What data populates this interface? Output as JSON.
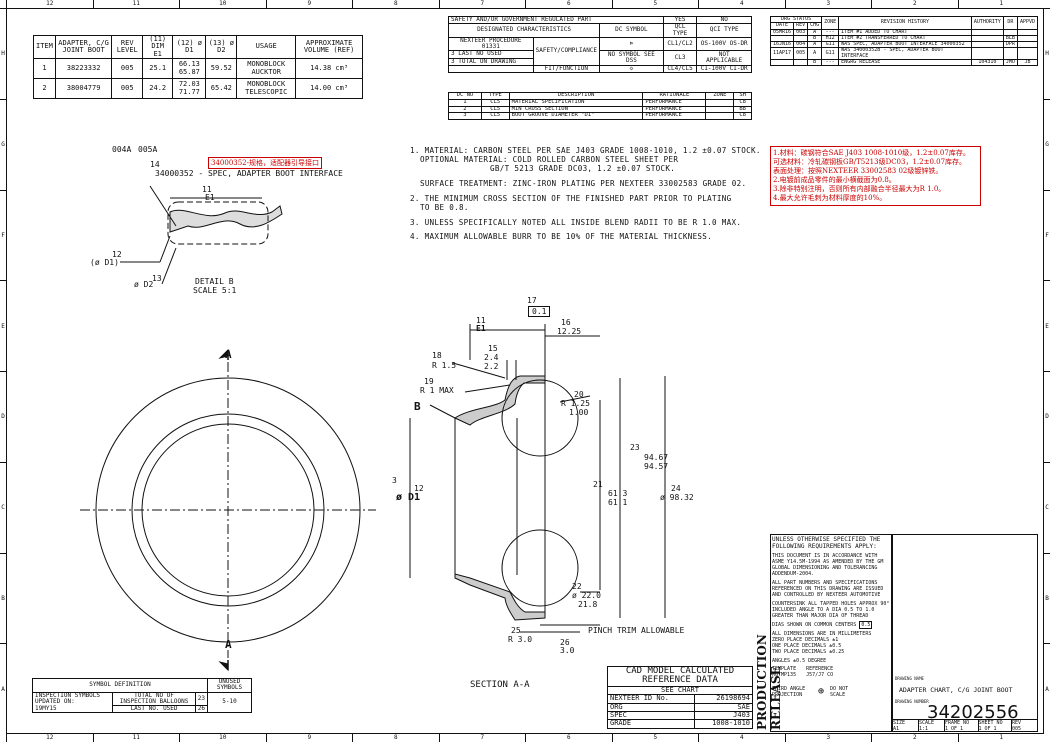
{
  "zones_h": [
    "12",
    "11",
    "10",
    "9",
    "8",
    "7",
    "6",
    "5",
    "4",
    "3",
    "2",
    "1"
  ],
  "zones_v": [
    "H",
    "G",
    "F",
    "E",
    "D",
    "C",
    "B",
    "A"
  ],
  "item_table": {
    "headers": [
      "ITEM",
      "ADAPTER, C/G JOINT BOOT",
      "REV LEVEL",
      "(11) DIM E1",
      "(12) ø D1",
      "(13) ø D2",
      "USAGE",
      "APPROXIMATE VOLUME (REF)"
    ],
    "rows": [
      [
        "1",
        "38223332",
        "005",
        "25.1",
        "66.13 65.87",
        "59.52",
        "MONOBLOCK AUCKTOR",
        "14.38 cm³"
      ],
      [
        "2",
        "38004779",
        "005",
        "24.2",
        "72.03 71.77",
        "65.42",
        "MONOBLOCK TELESCOPIC",
        "14.00 cm³"
      ]
    ]
  },
  "safety": {
    "title": "SAFETY AND/OR GOVERNMENT REGULATED PART",
    "yes": "YES",
    "no": "NO",
    "designated": "DESIGNATED CHARACTERISTICS",
    "dc_symbol": "DC SYMBOL",
    "qcl_type": "QCL TYPE",
    "qci_type": "QCI TYPE",
    "procedure": "NEXTEER PROCEDURE 01331",
    "last_no_used": "LAST NO USED",
    "last_val": "3",
    "total_on_drawing": "TOTAL ON DRAWING",
    "total_val": "3",
    "safety_compliance": "SAFETY/COMPLIANCE",
    "r1": [
      "CL1/CL2",
      "OS-100V OS-DR"
    ],
    "r2": [
      "NO SYMBOL SEE DSS",
      "CL3",
      "NOT APPLICABLE"
    ],
    "fit_function": "FIT/FUNCTION",
    "r3": [
      "CL4/CL5",
      "CI-100V CI-DR"
    ],
    "sub_headers": [
      "DC NO",
      "TYPE",
      "DESCRIPTION",
      "RATIONALE",
      "ZONE",
      "SH"
    ],
    "sub_rows": [
      [
        "1",
        "CL5",
        "MATERIAL SPECIFICATION",
        "PERFORMANCE",
        "",
        "C8"
      ],
      [
        "2",
        "CL5",
        "MIN CROSS SECTION",
        "PERFORMANCE",
        "",
        "B8"
      ],
      [
        "3",
        "CL5",
        "BOOT GROOVE DIAMETER \"D1\"",
        "PERFORMANCE",
        "",
        "C8"
      ]
    ]
  },
  "revision": {
    "headers": [
      "DATE",
      "REV",
      "CHG",
      "ZONE",
      "REVISION HISTORY",
      "AUTHORITY",
      "DR",
      "APPVD"
    ],
    "title_status": "DRG STATUS",
    "rows": [
      [
        "05MR16",
        "003",
        "A",
        "---",
        "ITEM #1 ADDED TO CHART",
        "",
        "",
        ""
      ],
      [
        "",
        "",
        "B",
        "H12",
        "ITEM #2 TRANSFERRED TO CHART",
        "",
        "BLB",
        ""
      ],
      [
        "16JN16",
        "004",
        "A",
        "G11",
        "WAS SPEC, ADAPTER BOOT INTERFACE 34000352",
        "",
        "DPR",
        ""
      ],
      [
        "11AP17",
        "005",
        "A",
        "G11",
        "WAS 34000352B - SPEC, ADAPTER BOOT INTERFACE",
        "",
        "",
        ""
      ],
      [
        "",
        "",
        "B",
        "---",
        "ENGRG RELEASE",
        "104310",
        "JMO",
        "JB"
      ]
    ]
  },
  "notes": {
    "n1": "1. MATERIAL: CARBON STEEL PER SAE J403 GRADE 1008-1010, 1.2 ±0.07 STOCK.",
    "n1b": "OPTIONAL MATERIAL: COLD ROLLED CARBON STEEL SHEET PER",
    "n1c": "GB/T 5213 GRADE DC03, 1.2 ±0.07 STOCK.",
    "n1d": "SURFACE TREATMENT: ZINC-IRON PLATING PER NEXTEER 33002583 GRADE 02.",
    "n2": "2. THE MINIMUM CROSS SECTION OF THE FINISHED PART PRIOR TO PLATING",
    "n2b": "TO BE 0.8.",
    "n3": "3. UNLESS SPECIFICALLY NOTED ALL INSIDE BLEND RADII TO BE R 1.0 MAX.",
    "n4": "4. MAXIMUM ALLOWABLE BURR TO BE 10% OF THE MATERIAL THICKNESS."
  },
  "red_note": {
    "lines": [
      "1.材料：碳钢符合SAE J403 1008-1010级，1.2±0.07库存。",
      "可选材料：冷轧碳钢板GB/T5213级DC03，1.2±0.07库存。",
      "表面处理：按照NEXTEER 33002583 02级镀锌铁。",
      "2.电镀前成品零件的最小横截面为0.8。",
      "3.除非特别注明，否则所有内部融合半径最大为R 1.0。",
      "4.最大允许毛刺为材料厚度的10%。"
    ]
  },
  "red_label": "34000352-规格，适配器引导接口",
  "detail": {
    "bubble1": "004A",
    "bubble2": "005A",
    "ref14": "14",
    "spec_line": "34000352 - SPEC, ADAPTER BOOT INTERFACE",
    "e1": "E1",
    "d1": "(ø D1)",
    "d2": "ø D2",
    "title": "DETAIL B",
    "scale": "SCALE 5:1",
    "b11": "11",
    "b12": "12",
    "b13": "13"
  },
  "section": {
    "b17": "17",
    "flatness": "0.1",
    "b11": "11",
    "e1": "E1",
    "b16": "16",
    "d1225": "12.25",
    "b15": "15",
    "v24": "2.4",
    "v22": "2.2",
    "b18": "18",
    "r15": "R 1.5",
    "b19": "19",
    "r1max": "R 1 MAX",
    "b_label": "B",
    "b20": "20",
    "r125": "R 1.25",
    "r100": "1.00",
    "b23": "23",
    "d9467": "94.67",
    "d9457": "94.57",
    "b21": "21",
    "d613": "61.3",
    "d611": "61.1",
    "b24": "24",
    "d9832": "ø 98.32",
    "b12": "12",
    "d1": "ø D1",
    "circ3": "3",
    "b22": "22",
    "d220": "ø 22.0",
    "d218": "21.8",
    "pinch": "PINCH TRIM ALLOWABLE",
    "b25": "25",
    "r30": "R 3.0",
    "b26": "26",
    "v30": "3.0",
    "title": "SECTION A-A",
    "a_top": "A",
    "a_bot": "A"
  },
  "symbol_def": {
    "title": "SYMBOL DEFINITION",
    "unused": "UNUSED SYMBOLS",
    "insp": "INSPECTION SYMBOLS UPDATED ON:",
    "insp_date": "19MY15",
    "total": "TOTAL NO OF INSPECTION BALLOONS",
    "total_val": "23",
    "last": "LAST NO. USED",
    "last_val": "26",
    "unused_val": "5-10"
  },
  "cad": {
    "title1": "CAD MODEL CALCULATED",
    "title2": "REFERENCE DATA",
    "see": "SEE CHART",
    "rows": [
      [
        "NEXTEER ID No.",
        "26198694"
      ],
      [
        "ORG",
        "SAE"
      ],
      [
        "SPEC",
        "J403"
      ],
      [
        "GRADE",
        "1008-1010"
      ]
    ]
  },
  "title_block": {
    "unless": "UNLESS OTHERWISE SPECIFIED THE FOLLOWING REQUIREMENTS APPLY:",
    "p1": "THIS DOCUMENT IS IN ACCORDANCE WITH ASME Y14.5M-1994 AS AMENDED BY THE GM GLOBAL DIMENSIONING AND TOLERANCING ADDENDUM-2004.",
    "p2": "ALL PART NUMBERS AND SPECIFICATIONS REFERENCED ON THIS DRAWING ARE ISSUED AND CONTROLLED BY NEXTEER AUTOMOTIVE",
    "p3": "COUNTERSINK ALL TAPPED HOLES APPROX 90° INCLUDED ANGLE TO A DIA 0.5 TO 1.0 GREATER THAN MAJOR DIA OF THREAD",
    "p4": "DIAS SHOWN ON COMMON CENTERS",
    "p4b": "0.5",
    "p5": "ALL DIMENSIONS ARE IN MILLIMETERS",
    "p6": "ZERO PLACE DECIMALS ±1",
    "p7": "ONE PLACE DECIMALS ±0.5",
    "p8": "TWO PLACE DECIMALS ±0.25",
    "angles": "ANGLES ±0.5 DEGREE",
    "template": "TEMPLATE",
    "template_val": "MGTMP135",
    "reference": "REFERENCE",
    "reference_val": "J57/J7 CO",
    "third_angle": "THIRD ANGLE PROJECTION",
    "do_not_scale": "DO NOT SCALE",
    "production": "PRODUCTION RELEASE",
    "drawing_name_lbl": "DRAWING NAME",
    "drawing_name": "ADAPTER CHART, C/G JOINT BOOT",
    "drawing_number_lbl": "DRAWING NUMBER",
    "drawing_number": "34202556",
    "size_lbl": "SIZE",
    "size": "A1",
    "scale_lbl": "SCALE",
    "scale": "1:1",
    "frame_lbl": "FRAME NO",
    "frame": "1 OF 1",
    "sheet_lbl": "SHEET NO",
    "sheet": "1 OF 1",
    "rev_lbl": "REV",
    "rev": "005"
  }
}
